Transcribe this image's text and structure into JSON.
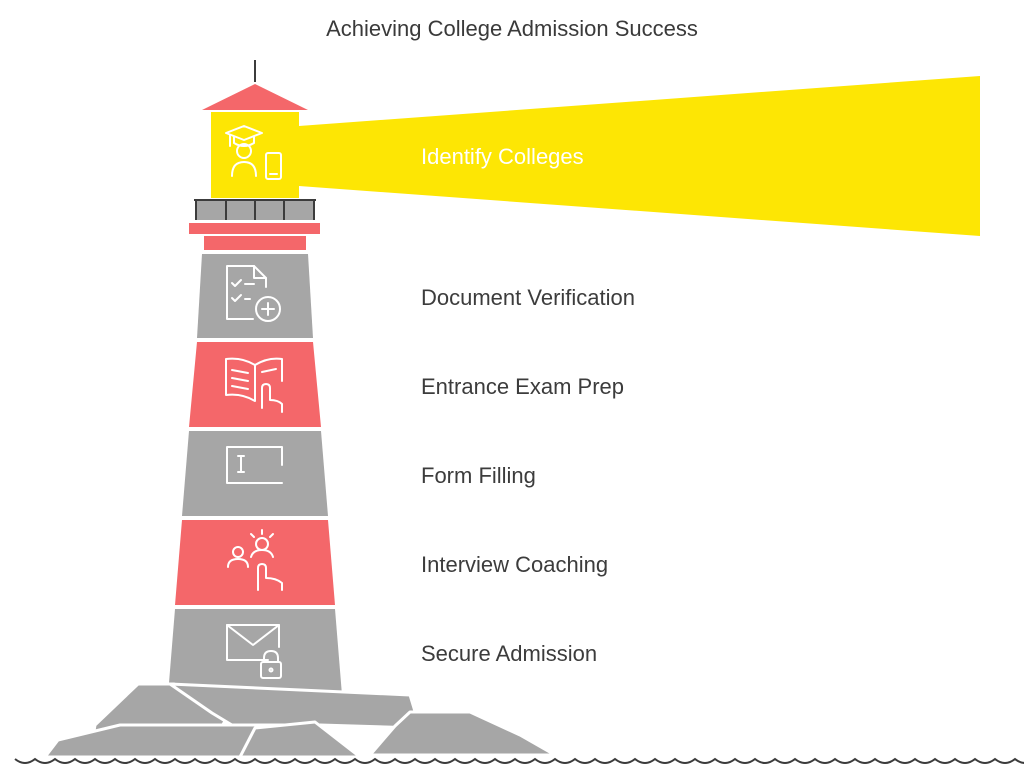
{
  "title": "Achieving College Admission Success",
  "colors": {
    "red": "#f4676a",
    "gray": "#a6a6a6",
    "yellow": "#fde604",
    "dark": "#3c3c3c",
    "icon_stroke": "#ffffff"
  },
  "stages": [
    {
      "label": "Identify Colleges",
      "icon": "graduate-mobile-icon",
      "band_color": "yellow"
    },
    {
      "label": "Document Verification",
      "icon": "checklist-document-plus-icon",
      "band_color": "gray"
    },
    {
      "label": "Entrance Exam Prep",
      "icon": "open-book-pointer-icon",
      "band_color": "red"
    },
    {
      "label": "Form Filling",
      "icon": "text-input-cursor-icon",
      "band_color": "gray"
    },
    {
      "label": "Interview Coaching",
      "icon": "people-hand-pointer-icon",
      "band_color": "red"
    },
    {
      "label": "Secure Admission",
      "icon": "envelope-lock-icon",
      "band_color": "gray"
    }
  ]
}
